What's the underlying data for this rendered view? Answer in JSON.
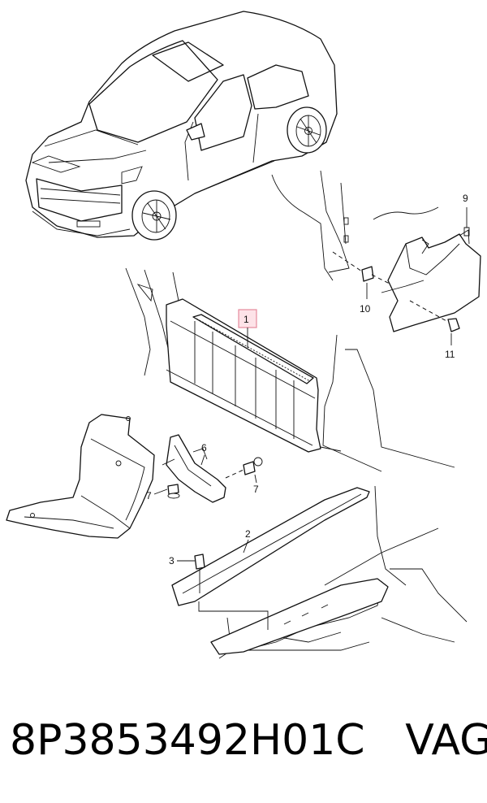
{
  "callouts": {
    "c1": "1",
    "c2": "2",
    "c3": "3",
    "c6": "6",
    "c7a": "7",
    "c7b": "7",
    "c9": "9",
    "c10": "10",
    "c11": "11"
  },
  "footer": {
    "part_number": "8P3853492H01C",
    "brand": "VAG"
  },
  "colors": {
    "line": "#111111",
    "highlight_fill": "#fde3e8",
    "highlight_stroke": "#e58a9c"
  }
}
